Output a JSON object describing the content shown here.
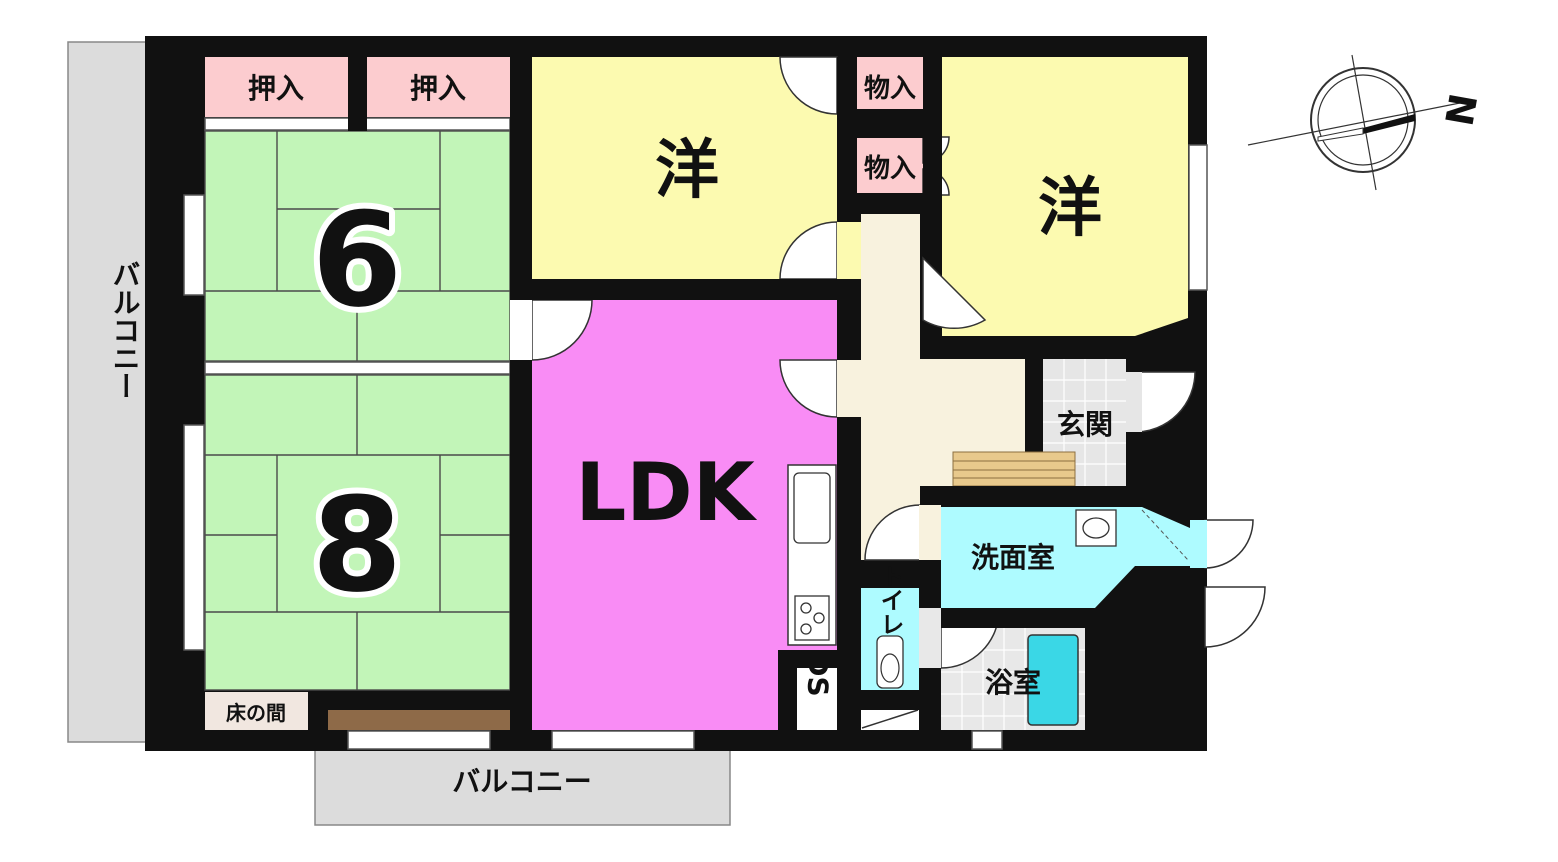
{
  "rooms": {
    "oshiire_1": "押入",
    "oshiire_2": "押入",
    "mono_1": "物入",
    "mono_2": "物入",
    "yo_1": "洋",
    "yo_2": "洋",
    "washitsu_6": "6",
    "washitsu_8": "8",
    "ldk": "LDK",
    "genkan": "玄関",
    "senmen": "洗面室",
    "toilet": "トイレ",
    "yokushitsu": "浴室",
    "ds": "DS",
    "tokonoma": "床の間",
    "balcony_west": "バルコニー",
    "balcony_south": "バルコニー"
  },
  "compass": {
    "label": "N"
  },
  "colors": {
    "wall": "#111111",
    "tatami": "#c2f5b8",
    "yoshitsu": "#fcfab0",
    "ldk": "#f98cf5",
    "hall": "#f8f2de",
    "water": "#aefbff",
    "closet": "#fccccf",
    "balcony": "#dcdcdc",
    "wood": "#8e6a48"
  }
}
